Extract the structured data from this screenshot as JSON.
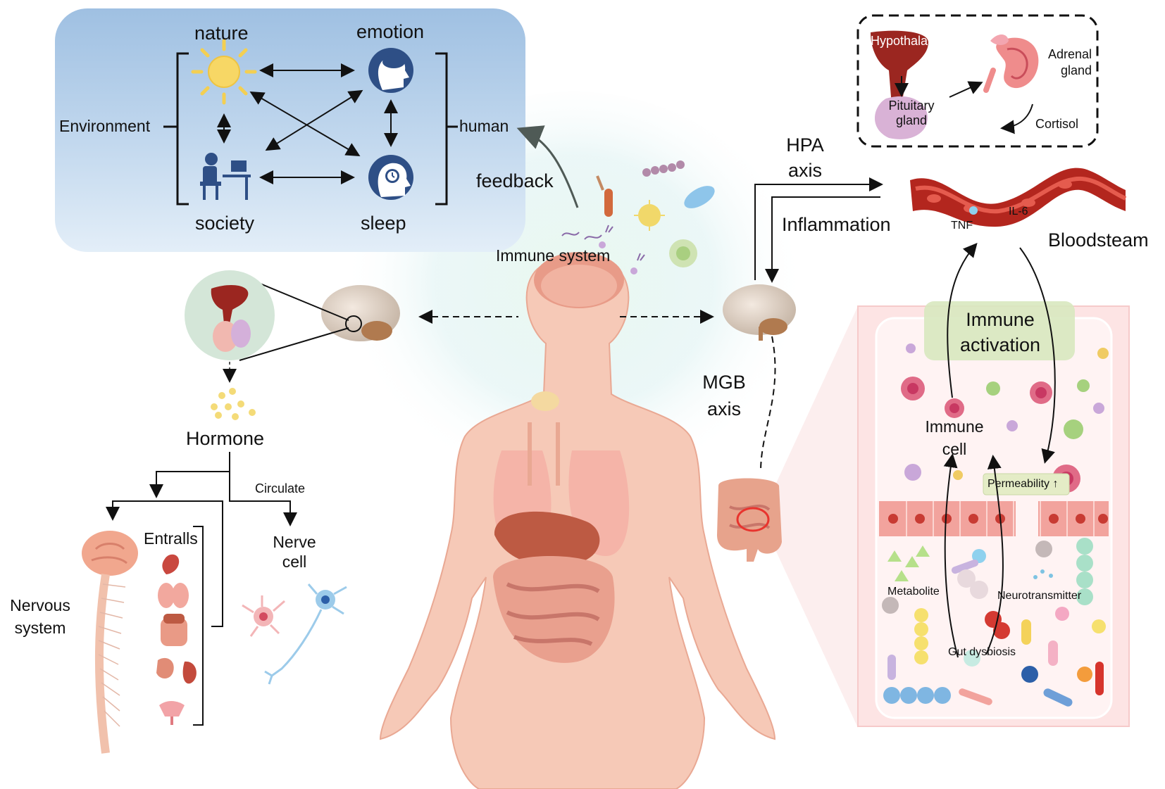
{
  "env_box": {
    "nature": "nature",
    "emotion": "emotion",
    "society": "society",
    "sleep": "sleep",
    "environment": "Environment",
    "human": "human"
  },
  "feedback": "feedback",
  "immune_system": "Immune system",
  "hpa": {
    "hypothalamus": "Hypothalamus",
    "pituitary": "Pituitary gland",
    "adrenal": "Adrenal gland",
    "cortisol": "Cortisol",
    "axis_label": "HPA axis",
    "inflammation": "Inflammation",
    "tnf": "TNF",
    "il6": "IL-6",
    "bloodstream": "Bloodsteam"
  },
  "gut": {
    "mgb_axis": "MGB axis",
    "immune_activation": "Immune activation",
    "immune_cell": "Immune cell",
    "permeability": "Permeability ↑",
    "metabolite": "Metabolite",
    "neurotransmitter": "Neurotransmitter",
    "gut_dysbiosis": "Gut dysbiosis"
  },
  "hormone_tree": {
    "hormone": "Hormone",
    "circulate": "Circulate",
    "entrails": "Entralls",
    "nerve_cell": "Nerve cell",
    "nervous_system": "Nervous system"
  },
  "colors": {
    "env_box_top": "#dbe8f4",
    "env_box_bottom": "#9dbfe0",
    "icon_blue": "#2e4f86",
    "sun": "#f3cf52",
    "vessel": "#b3261e",
    "gut_panel": "#fbe3e3",
    "skin": "#f6c6b3"
  }
}
